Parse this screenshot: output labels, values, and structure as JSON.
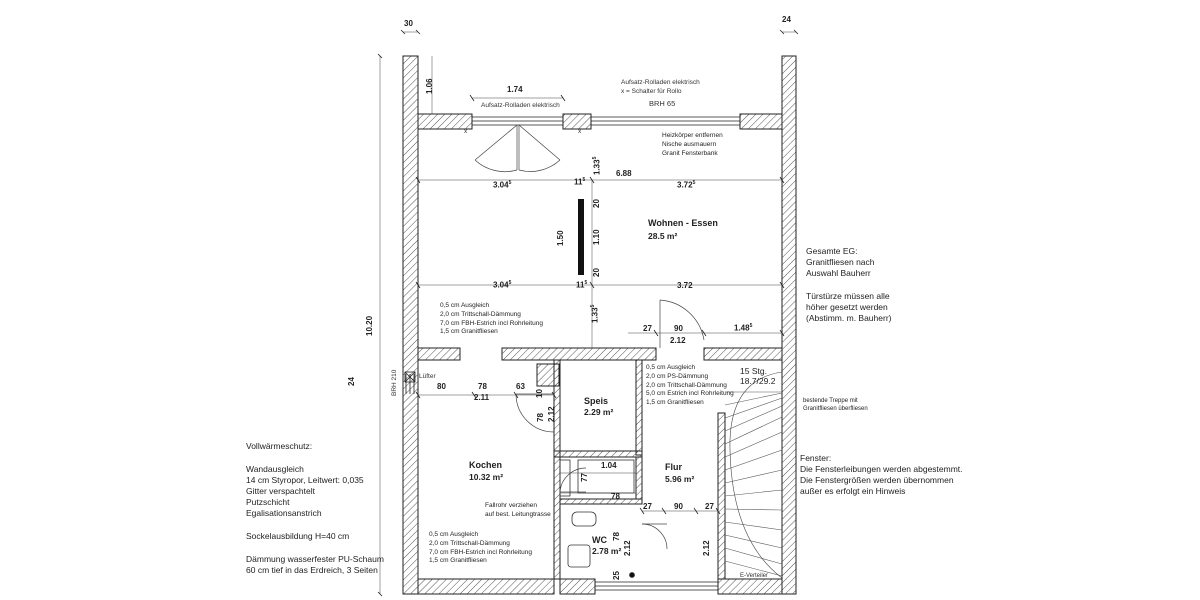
{
  "dims": {
    "d30": "30",
    "d24top": "24",
    "d106": "1.06",
    "d174": "1.74",
    "d688": "6.88",
    "d304a": "3.04",
    "sup5": "5",
    "d11a": "11",
    "d372a": "3.72",
    "d133a": "1.33",
    "d20a": "20",
    "d150": "1.50",
    "d110": "1.10",
    "d20b": "20",
    "d304b": "3.04",
    "d11b": "11",
    "d372b": "3.72",
    "d133b": "1.33",
    "d27a": "27",
    "d90a": "90",
    "d148": "1.48",
    "d212a": "2.12",
    "d1020": "10.20",
    "d24side": "24",
    "d80": "80",
    "d78a": "78",
    "d63": "63",
    "d211": "2.11",
    "d10": "10",
    "d78b": "78",
    "d212b": "2.12",
    "d104": "1.04",
    "d77": "77",
    "d78c": "78",
    "d27b": "27",
    "d90b": "90",
    "d27c": "27",
    "d78d": "78",
    "d212c": "2.12",
    "d212d": "2.12",
    "d25": "25"
  },
  "notes": {
    "rolladen_right": "Aufsatz-Rolladen elektrisch",
    "schalter": "x = Schalter für Rollo",
    "brh65": "BRH 65",
    "rolladen_left": "Aufsatz-Rolladen elektrisch",
    "heizkoerper": [
      "Heizkörper entfernen",
      "Nische ausmauern",
      "Granit Fensterbank"
    ],
    "floor_living": [
      "0,5 cm Ausgleich",
      "2,0 cm Trittschall-Dämmung",
      "7,0 cm FBH-Estrich incl Rohrleitung",
      "1,5 cm Granitfliesen"
    ],
    "floor_flur": [
      "0,5 cm Ausgleich",
      "2,0 cm PS-Dämmung",
      "2,0 cm Trittschall-Dämmung",
      "5,0 cm Estrich incl Rohrleitung",
      "1,5 cm Granitfliesen"
    ],
    "floor_kitchen": [
      "0,5 cm Ausgleich",
      "2,0 cm Trittschall-Dämmung",
      "7,0 cm FBH-Estrich incl Rohrleitung",
      "1,5 cm Granitfliesen"
    ],
    "luefter": "Lüfter",
    "brh210": "BRH 210",
    "fallrohr": [
      "Fallrohr verziehen",
      "auf best. Leitungtrasse"
    ],
    "stg": [
      "15 Stg.",
      "18.7/29.2"
    ],
    "treppe": [
      "bestende Treppe mit",
      "Granitfliesen überfliesen"
    ],
    "everteiler": "E-Verteiler",
    "x_mark": "x"
  },
  "rooms": {
    "wohnen": {
      "name": "Wohnen - Essen",
      "area": "28.5 m²"
    },
    "speis": {
      "name": "Speis",
      "area": "2.29 m²"
    },
    "kochen": {
      "name": "Kochen",
      "area": "10.32 m²"
    },
    "flur": {
      "name": "Flur",
      "area": "5.96 m²"
    },
    "wc": {
      "name": "WC",
      "area": "2.78 m²"
    }
  },
  "side_notes": {
    "gesamte": [
      "Gesamte EG:",
      "Granitfliesen nach",
      "Auswahl Bauherr"
    ],
    "tuerstuerze": [
      "Türstürze müssen alle",
      "höher gesetzt werden",
      "(Abstimm. m. Bauherr)"
    ],
    "fenster": [
      "Fenster:",
      "Die Fensterleibungen werden abgestemmt.",
      "Die Fenstergrößen werden übernommen",
      "außer es erfolgt ein Hinweis"
    ]
  },
  "left_notes": {
    "vollwaerme": "Vollwärmeschutz:",
    "wandausgleich": [
      "Wandausgleich",
      "14 cm Styropor, Leitwert: 0,035",
      "Gitter verspachtelt",
      "Putzschicht",
      "Egalisationsanstrich"
    ],
    "sockel": "Sockelausbildung H=40 cm",
    "daemmung": [
      "Dämmung wasserfester PU-Schaum",
      "60 cm tief in das Erdreich, 3 Seiten"
    ]
  },
  "colors": {
    "hatch": "#555555",
    "line": "#222222",
    "dim_line": "#444444"
  }
}
